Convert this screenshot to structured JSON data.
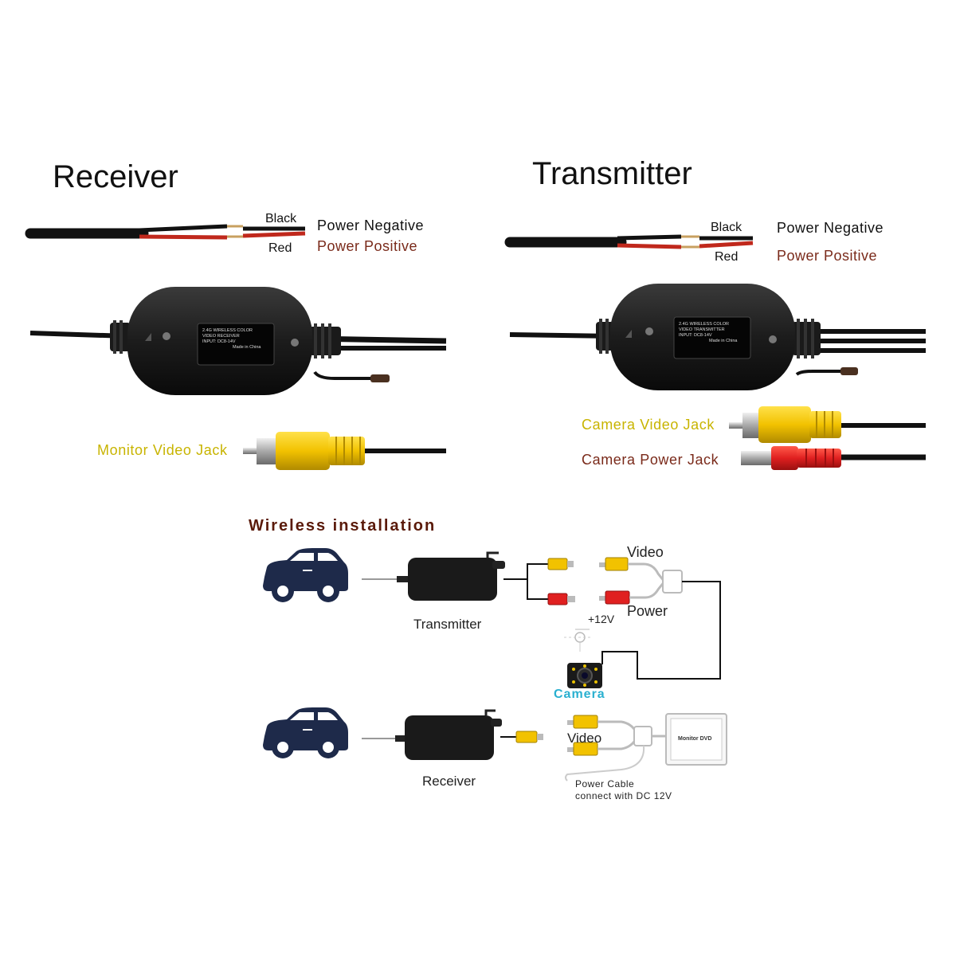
{
  "receiver_section": {
    "title": "Receiver",
    "black_label": "Black",
    "red_label": "Red",
    "power_negative": "Power Negative",
    "power_positive": "Power Positive",
    "module_text": [
      "2.4G WIRELESS COLOR",
      "VIDEO RECEIVER",
      "INPUT: DC8-14V",
      "Made in China"
    ],
    "video_jack": "Monitor Video Jack"
  },
  "transmitter_section": {
    "title": "Transmitter",
    "black_label": "Black",
    "red_label": "Red",
    "power_negative": "Power  Negative",
    "power_positive": "Power  Positive",
    "module_text": [
      "2.4G WIRELESS COLOR",
      "VIDEO TRANSMITTER",
      "INPUT: DC8-14V",
      "Made in China"
    ],
    "camera_video_jack": "Camera Video Jack",
    "camera_power_jack": "Camera Power Jack"
  },
  "installation": {
    "title": "Wireless installation",
    "transmitter_label": "Transmitter",
    "video_label": "Video",
    "plus12v_label": "+12V",
    "power_label": "Power",
    "camera_label": "Camera",
    "receiver_label": "Receiver",
    "video_label_2": "Video",
    "monitor_label": "Monitor DVD",
    "power_cable_line1": "Power Cable",
    "power_cable_line2": "connect with DC 12V"
  },
  "colors": {
    "black_wire": "#111111",
    "red_wire": "#c0281c",
    "yellow_plug": "#f2c200",
    "red_plug": "#e02020",
    "power_negative_text": "#111111",
    "power_positive_text": "#7a2a1a",
    "video_jack_text": "#c8b400",
    "camera_power_text": "#7a2a1a",
    "installation_title": "#5a1a0a",
    "camera_label": "#2ab0d0"
  }
}
